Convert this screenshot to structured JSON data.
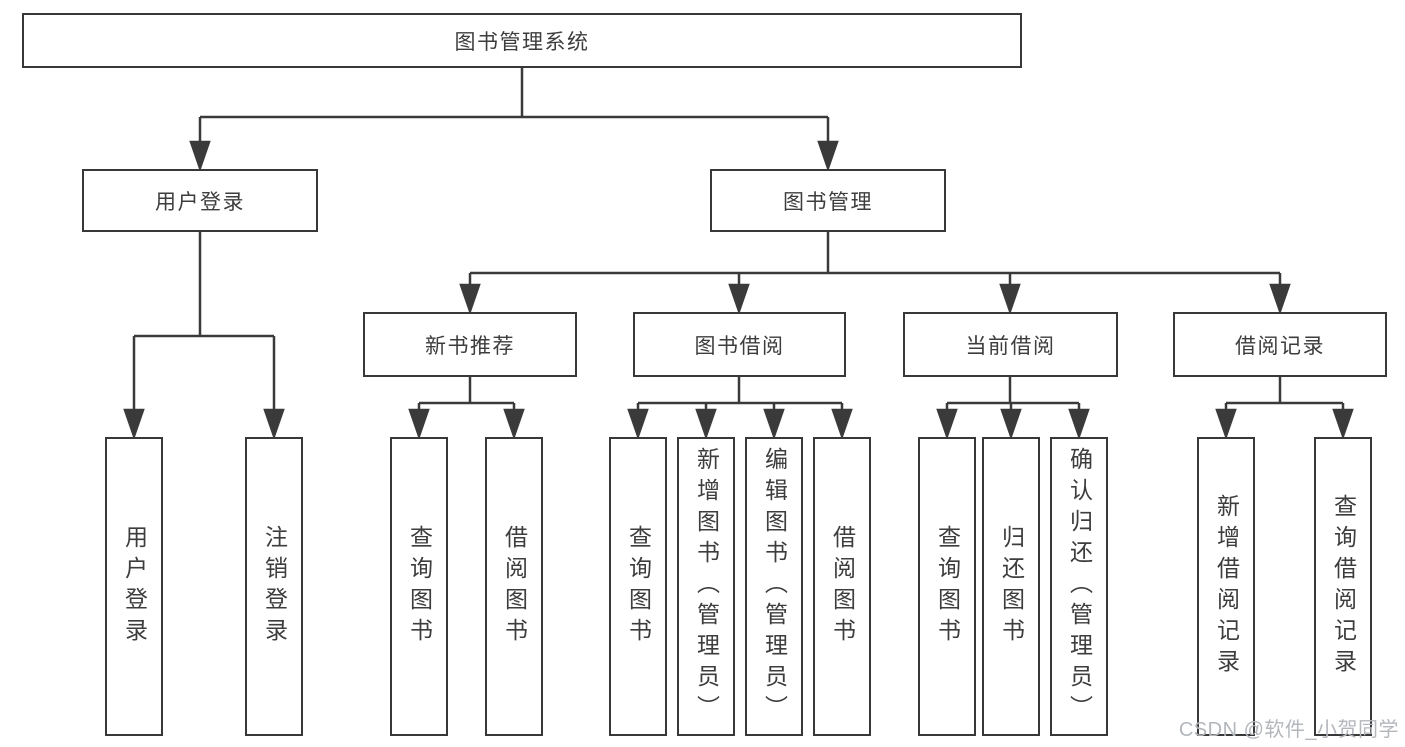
{
  "tree": {
    "root": {
      "label": "图书管理系统"
    },
    "branches": [
      {
        "label": "用户登录",
        "children": [
          {
            "label": "用户登录"
          },
          {
            "label": "注销登录"
          }
        ]
      },
      {
        "label": "图书管理",
        "children": [
          {
            "label": "新书推荐",
            "children": [
              {
                "label": "查询图书"
              },
              {
                "label": "借阅图书"
              }
            ]
          },
          {
            "label": "图书借阅",
            "children": [
              {
                "label": "查询图书"
              },
              {
                "label": "新增图书（管理员）"
              },
              {
                "label": "编辑图书（管理员）"
              },
              {
                "label": "借阅图书"
              }
            ]
          },
          {
            "label": "当前借阅",
            "children": [
              {
                "label": "查询图书"
              },
              {
                "label": "归还图书"
              },
              {
                "label": "确认归还（管理员）"
              }
            ]
          },
          {
            "label": "借阅记录",
            "children": [
              {
                "label": "新增借阅记录"
              },
              {
                "label": "查询借阅记录"
              }
            ]
          }
        ]
      }
    ]
  },
  "watermark": {
    "text": "CSDN @软件_小贺同学"
  },
  "colors": {
    "line": "#3a3a3a",
    "border": "#383838",
    "text": "#3d3d3d",
    "watermark": "#b3b7bc"
  }
}
